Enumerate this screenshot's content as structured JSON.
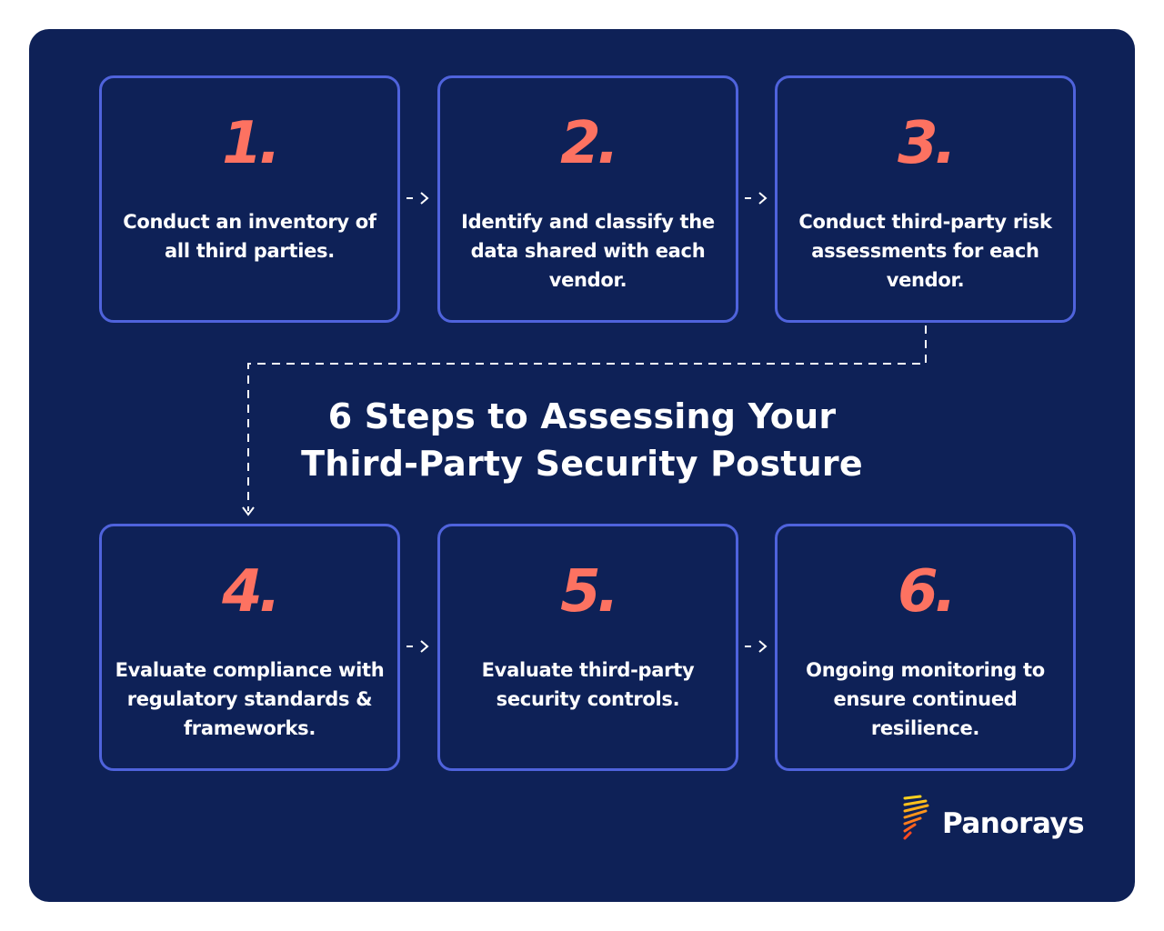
{
  "title": {
    "line1": "6 Steps to Assessing Your",
    "line2": "Third-Party Security Posture"
  },
  "steps": [
    {
      "number": "1.",
      "text": "Conduct an inventory of all third parties."
    },
    {
      "number": "2.",
      "text": "Identify and classify the data shared with each vendor."
    },
    {
      "number": "3.",
      "text": "Conduct third-party risk assessments for each vendor."
    },
    {
      "number": "4.",
      "text": "Evaluate compliance with regulatory standards & frameworks."
    },
    {
      "number": "5.",
      "text": "Evaluate third-party security controls."
    },
    {
      "number": "6.",
      "text": "Ongoing monitoring to ensure continued resilience."
    }
  ],
  "logo": {
    "name": "Panorays",
    "icon": "rays-icon"
  },
  "colors": {
    "background": "#0e2157",
    "box_border": "#4f63dc",
    "number": "#fd7261",
    "text": "#ffffff",
    "logo_gradient": [
      "#ffd21f",
      "#ff9a1a",
      "#ff5a1f"
    ]
  }
}
